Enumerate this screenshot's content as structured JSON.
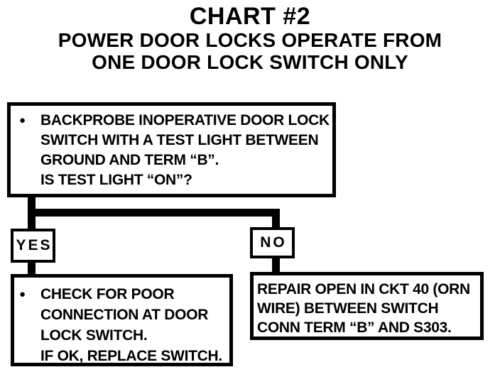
{
  "title": {
    "line1": "CHART #2",
    "line2": "POWER DOOR LOCKS OPERATE FROM",
    "line3": "ONE DOOR LOCK SWITCH ONLY"
  },
  "flowchart": {
    "question_box": {
      "bullet": "●",
      "lines": [
        "BACKPROBE INOPERATIVE DOOR LOCK",
        "SWITCH WITH A TEST LIGHT BETWEEN",
        "GROUND AND TERM “B”.",
        "IS TEST LIGHT “ON”?"
      ]
    },
    "yes_label": "YES",
    "no_label": "NO",
    "yes_action_box": {
      "bullet": "●",
      "lines": [
        "CHECK FOR POOR",
        "CONNECTION AT DOOR",
        "LOCK SWITCH.",
        "IF OK, REPLACE SWITCH."
      ]
    },
    "no_action_box": {
      "lines": [
        "REPAIR OPEN IN CKT 40 (ORN",
        "WIRE) BETWEEN SWITCH",
        "CONN TERM “B” AND S303."
      ]
    }
  },
  "colors": {
    "ink": "#000000",
    "paper": "#ffffff"
  }
}
